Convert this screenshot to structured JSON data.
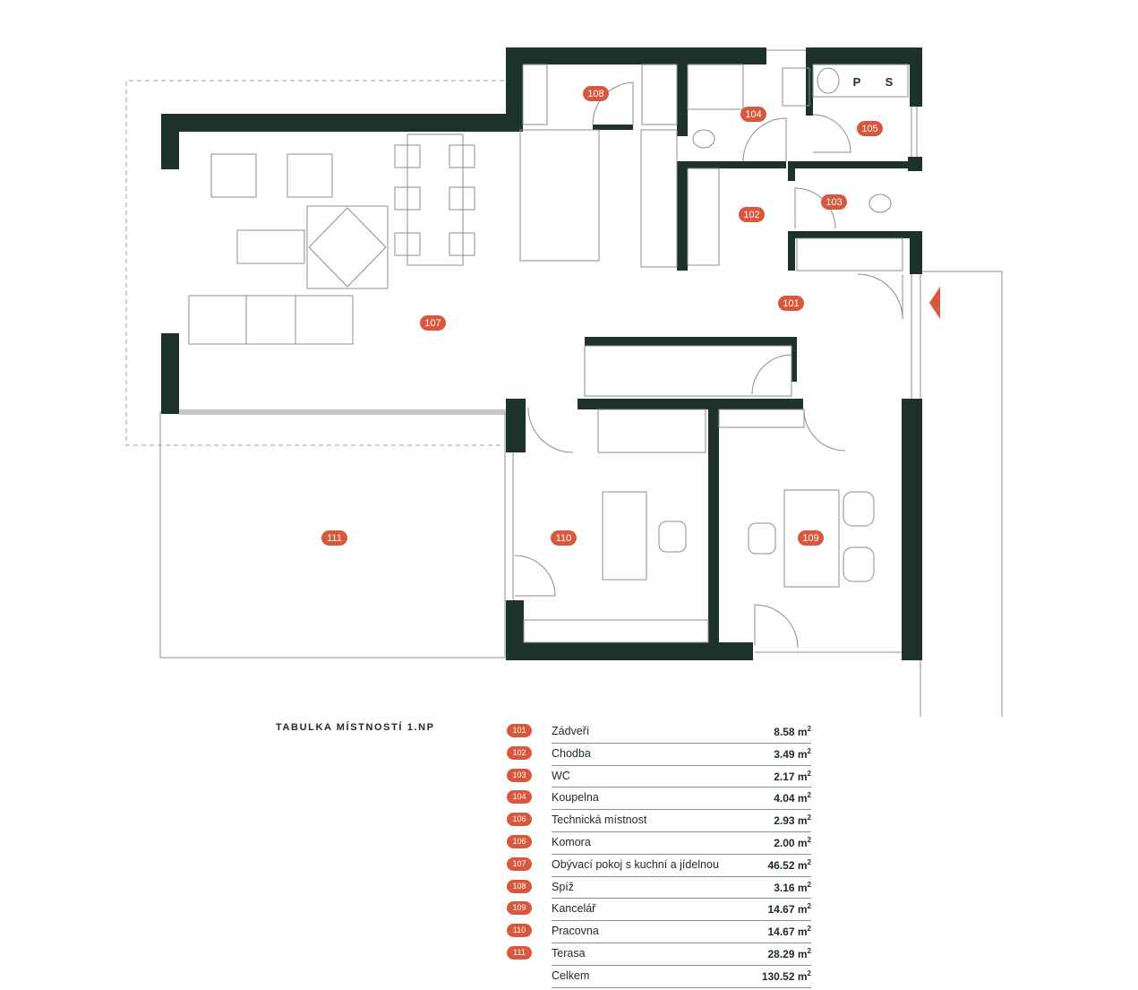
{
  "plan": {
    "labels": [
      "101",
      "102",
      "103",
      "104",
      "105",
      "107",
      "108",
      "109",
      "110",
      "111"
    ],
    "storage_letters": [
      "P",
      "S"
    ]
  },
  "table": {
    "title": "TABULKA MÍSTNOSTÍ 1.NP",
    "unit_suffix": "2",
    "rows": [
      {
        "num": "101",
        "name": "Zádveří",
        "area": "8.58 m"
      },
      {
        "num": "102",
        "name": "Chodba",
        "area": "3.49 m"
      },
      {
        "num": "103",
        "name": "WC",
        "area": "2.17 m"
      },
      {
        "num": "104",
        "name": "Koupelna",
        "area": "4.04 m"
      },
      {
        "num": "106",
        "name": "Technická místnost",
        "area": "2.93 m"
      },
      {
        "num": "106",
        "name": "Komora",
        "area": "2.00 m"
      },
      {
        "num": "107",
        "name": "Obývací pokoj s kuchní a jídelnou",
        "area": "46.52 m"
      },
      {
        "num": "108",
        "name": "Spíž",
        "area": "3.16 m"
      },
      {
        "num": "109",
        "name": "Kancelář",
        "area": "14.67 m"
      },
      {
        "num": "110",
        "name": "Pracovna",
        "area": "14.67 m"
      },
      {
        "num": "111",
        "name": "Terasa",
        "area": "28.29 m"
      },
      {
        "num": "",
        "name": "Celkem",
        "area": "130.52 m"
      }
    ]
  },
  "colors": {
    "wall": "#1d3329",
    "accent": "#d9573c",
    "line": "#8a8f8c"
  }
}
